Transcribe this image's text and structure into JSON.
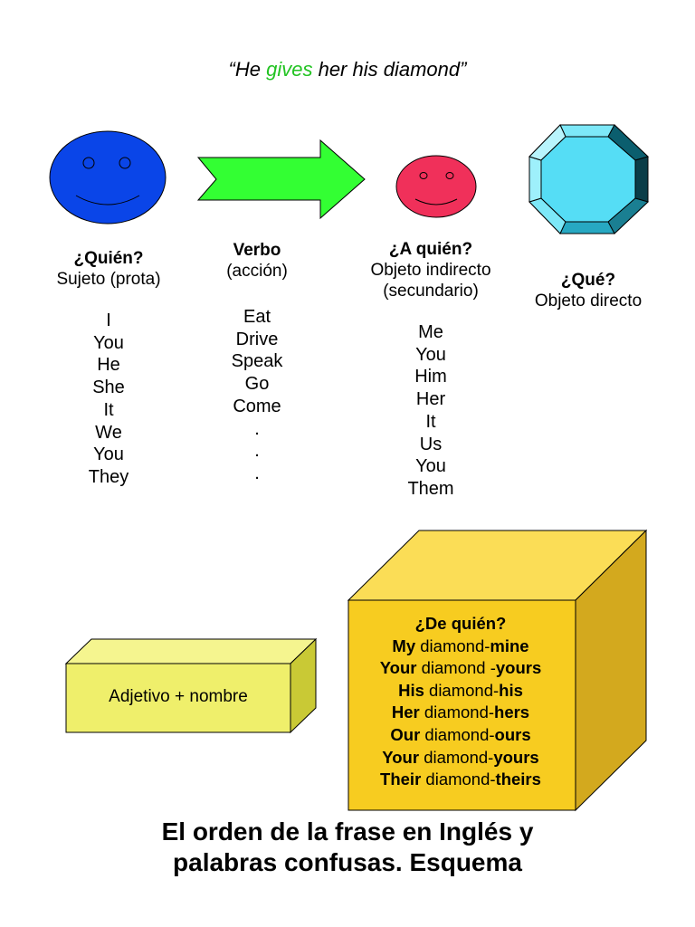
{
  "quote": {
    "open": "“He ",
    "verb": "gives",
    "rest": " her his diamond”"
  },
  "colors": {
    "subject_face": "#0a45e8",
    "arrow": "#33ff33",
    "object_face": "#f0305a",
    "diamond": "#55ddf5",
    "small_box": "#efef6b",
    "cube": "#f7cc20",
    "verb_highlight": "#22c322"
  },
  "icons": [
    "blue-smiley-face-icon",
    "green-arrow-icon",
    "pink-smiley-face-icon",
    "cyan-octagon-gem-icon",
    "yellow-box-icon",
    "yellow-cube-icon"
  ],
  "subject": {
    "heading": "¿Quién?",
    "subheading": "Sujeto (prota)",
    "items": [
      "I",
      "You",
      "He",
      "She",
      "It",
      "We",
      "You",
      "They"
    ]
  },
  "verb": {
    "heading": "Verbo",
    "subheading": "(acción)",
    "items": [
      "Eat",
      "Drive",
      "Speak",
      "Go",
      "Come",
      ".",
      ".",
      "."
    ]
  },
  "indirect_object": {
    "heading": "¿A quién?",
    "subheading_1": "Objeto indirecto",
    "subheading_2": "(secundario)",
    "items": [
      "Me",
      "You",
      "Him",
      "Her",
      "It",
      "Us",
      "You",
      "Them"
    ]
  },
  "direct_object": {
    "heading": "¿Qué?",
    "subheading": "Objeto directo"
  },
  "adjective_box": {
    "label": "Adjetivo + nombre"
  },
  "possessives": {
    "heading": "¿De quién?",
    "rows": [
      {
        "adj": "My",
        "mid": " diamond-",
        "pron": "mine"
      },
      {
        "adj": "Your",
        "mid": " diamond -",
        "pron": "yours"
      },
      {
        "adj": "His",
        "mid": " diamond-",
        "pron": "his"
      },
      {
        "adj": "Her",
        "mid": " diamond-",
        "pron": "hers"
      },
      {
        "adj": "Our",
        "mid": " diamond-",
        "pron": "ours"
      },
      {
        "adj": "Your",
        "mid": " diamond-",
        "pron": "yours"
      },
      {
        "adj": "Their",
        "mid": " diamond-",
        "pron": "theirs"
      }
    ]
  },
  "footer": {
    "line_1": "El orden de la frase en Inglés y",
    "line_2": "palabras confusas. Esquema"
  }
}
